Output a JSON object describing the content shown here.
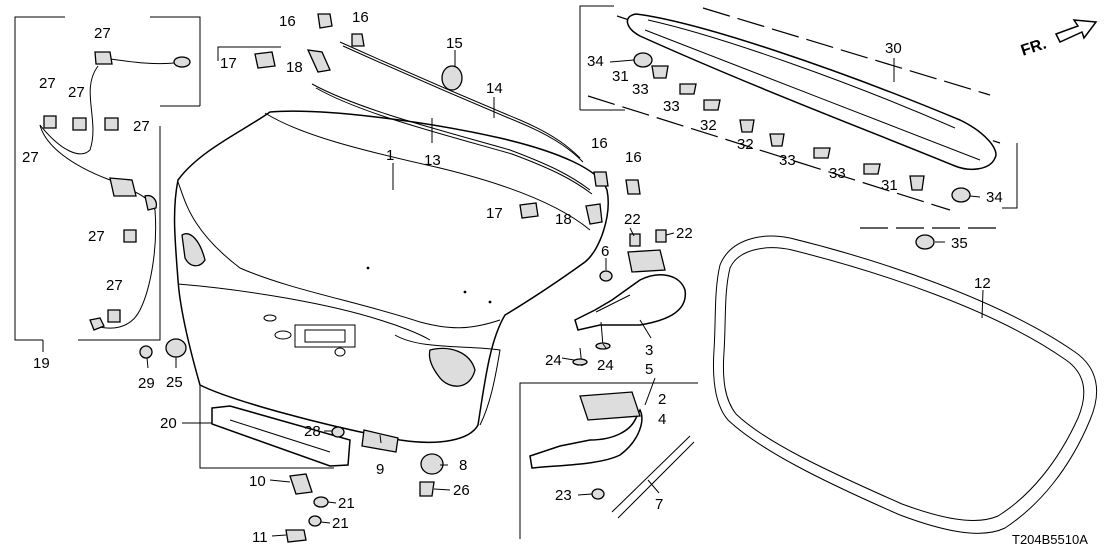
{
  "diagram": {
    "code": "T204B5510A",
    "direction_label": "FR.",
    "callouts": [
      {
        "id": "c1",
        "text": "1"
      },
      {
        "id": "c2a",
        "text": "2"
      },
      {
        "id": "c3",
        "text": "3"
      },
      {
        "id": "c4",
        "text": "4"
      },
      {
        "id": "c5",
        "text": "5"
      },
      {
        "id": "c6",
        "text": "6"
      },
      {
        "id": "c7",
        "text": "7"
      },
      {
        "id": "c8",
        "text": "8"
      },
      {
        "id": "c9",
        "text": "9"
      },
      {
        "id": "c10",
        "text": "10"
      },
      {
        "id": "c11",
        "text": "11"
      },
      {
        "id": "c12",
        "text": "12"
      },
      {
        "id": "c13",
        "text": "13"
      },
      {
        "id": "c14",
        "text": "14"
      },
      {
        "id": "c15",
        "text": "15"
      },
      {
        "id": "c16a",
        "text": "16"
      },
      {
        "id": "c16b",
        "text": "16"
      },
      {
        "id": "c16c",
        "text": "16"
      },
      {
        "id": "c16d",
        "text": "16"
      },
      {
        "id": "c17a",
        "text": "17"
      },
      {
        "id": "c17b",
        "text": "17"
      },
      {
        "id": "c18a",
        "text": "18"
      },
      {
        "id": "c18b",
        "text": "18"
      },
      {
        "id": "c19",
        "text": "19"
      },
      {
        "id": "c20",
        "text": "20"
      },
      {
        "id": "c21a",
        "text": "21"
      },
      {
        "id": "c21b",
        "text": "21"
      },
      {
        "id": "c22a",
        "text": "22"
      },
      {
        "id": "c22b",
        "text": "22"
      },
      {
        "id": "c23",
        "text": "23"
      },
      {
        "id": "c24a",
        "text": "24"
      },
      {
        "id": "c24b",
        "text": "24"
      },
      {
        "id": "c25",
        "text": "25"
      },
      {
        "id": "c26",
        "text": "26"
      },
      {
        "id": "c27a",
        "text": "27"
      },
      {
        "id": "c27b",
        "text": "27"
      },
      {
        "id": "c27c",
        "text": "27"
      },
      {
        "id": "c27d",
        "text": "27"
      },
      {
        "id": "c27e",
        "text": "27"
      },
      {
        "id": "c27f",
        "text": "27"
      },
      {
        "id": "c27g",
        "text": "27"
      },
      {
        "id": "c28",
        "text": "28"
      },
      {
        "id": "c29",
        "text": "29"
      },
      {
        "id": "c30",
        "text": "30"
      },
      {
        "id": "c31a",
        "text": "31"
      },
      {
        "id": "c31b",
        "text": "31"
      },
      {
        "id": "c32a",
        "text": "32"
      },
      {
        "id": "c32b",
        "text": "32"
      },
      {
        "id": "c33a",
        "text": "33"
      },
      {
        "id": "c33b",
        "text": "33"
      },
      {
        "id": "c33c",
        "text": "33"
      },
      {
        "id": "c33d",
        "text": "33"
      },
      {
        "id": "c34a",
        "text": "34"
      },
      {
        "id": "c34b",
        "text": "34"
      },
      {
        "id": "c35",
        "text": "35"
      }
    ]
  }
}
